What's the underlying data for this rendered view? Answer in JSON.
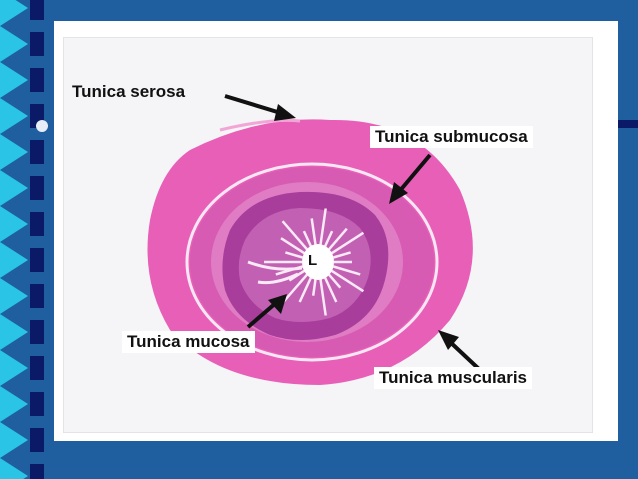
{
  "slide": {
    "labels": {
      "serosa": "Tunica serosa",
      "submucosa": "Tunica submucosa",
      "mucosa": "Tunica mucosa",
      "muscularis": "Tunica muscularis",
      "lumen": "L"
    }
  },
  "colors": {
    "background_blue": "#1f5f9f",
    "triangle_cyan": "#29c4e6",
    "bar_navy": "#0b1a66",
    "serosa_pink": "#e85fb8",
    "muscularis_pink": "#d75bb2",
    "mucosa_purple": "#a93d9b",
    "lumen_white": "#ffffff"
  }
}
